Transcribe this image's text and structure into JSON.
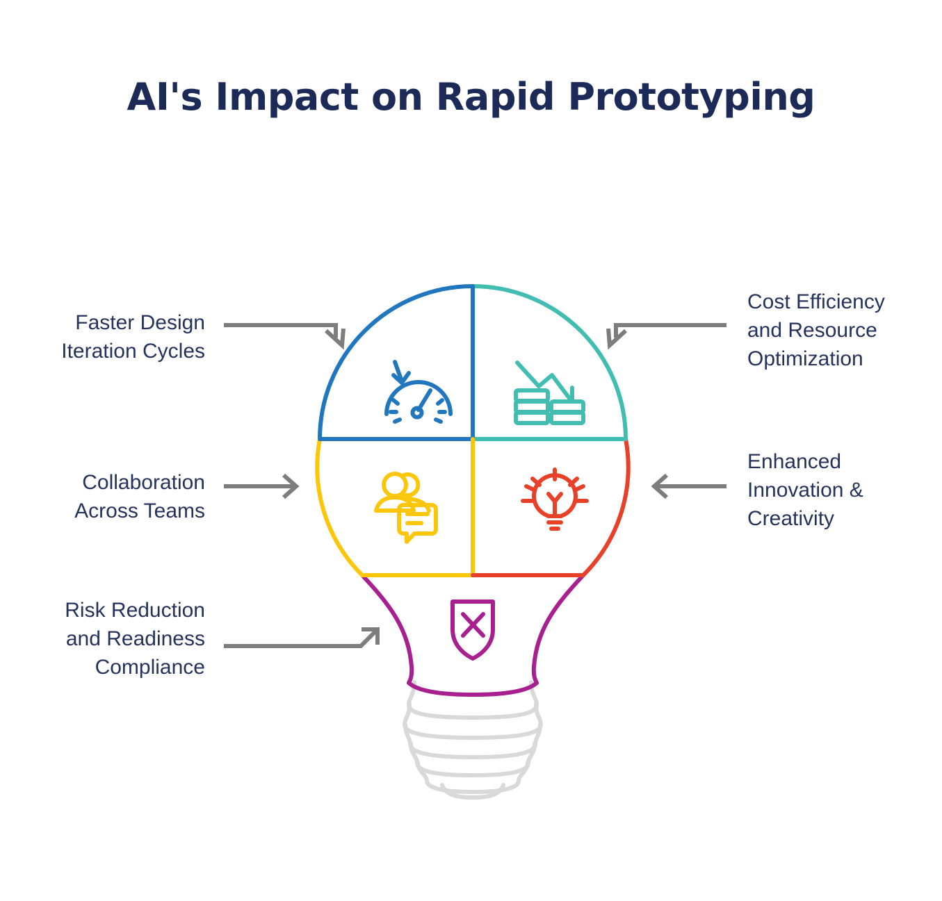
{
  "title": "AI's Impact on Rapid Prototyping",
  "colors": {
    "title": "#1b2a57",
    "label": "#25325c",
    "arrow": "#7d7d80",
    "blue": "#2077be",
    "teal": "#41bdb2",
    "yellow": "#fcc70b",
    "red": "#e8412a",
    "magenta": "#a81f8f",
    "base_gray": "#d9d9d9",
    "background": "#ffffff"
  },
  "labels": [
    {
      "id": "faster-design",
      "text": "Faster Design\nIteration Cycles",
      "side": "left",
      "quadrant_color": "#2077be",
      "icon": "speedometer-icon",
      "arrow": "elbow-down-right-arrow"
    },
    {
      "id": "cost-efficiency",
      "text": "Cost Efficiency\nand Resource\nOptimization",
      "side": "right",
      "quadrant_color": "#41bdb2",
      "icon": "cost-decline-coins-icon",
      "arrow": "elbow-down-left-arrow"
    },
    {
      "id": "collaboration",
      "text": "Collaboration\nAcross Teams",
      "side": "left",
      "quadrant_color": "#fcc70b",
      "icon": "people-chat-icon",
      "arrow": "straight-right-arrow"
    },
    {
      "id": "enhanced-innovation",
      "text": "Enhanced\nInnovation &\nCreativity",
      "side": "right",
      "quadrant_color": "#e8412a",
      "icon": "lightbulb-rays-icon",
      "arrow": "straight-left-arrow"
    },
    {
      "id": "risk-reduction",
      "text": "Risk Reduction\nand Readiness\nCompliance",
      "side": "left",
      "quadrant_color": "#a81f8f",
      "icon": "shield-x-icon",
      "arrow": "elbow-up-right-arrow"
    }
  ],
  "diagram": {
    "shape": "lightbulb",
    "quadrant_count": 4,
    "neck_segment_label": "risk-reduction",
    "base": "screw-cap-threads"
  }
}
